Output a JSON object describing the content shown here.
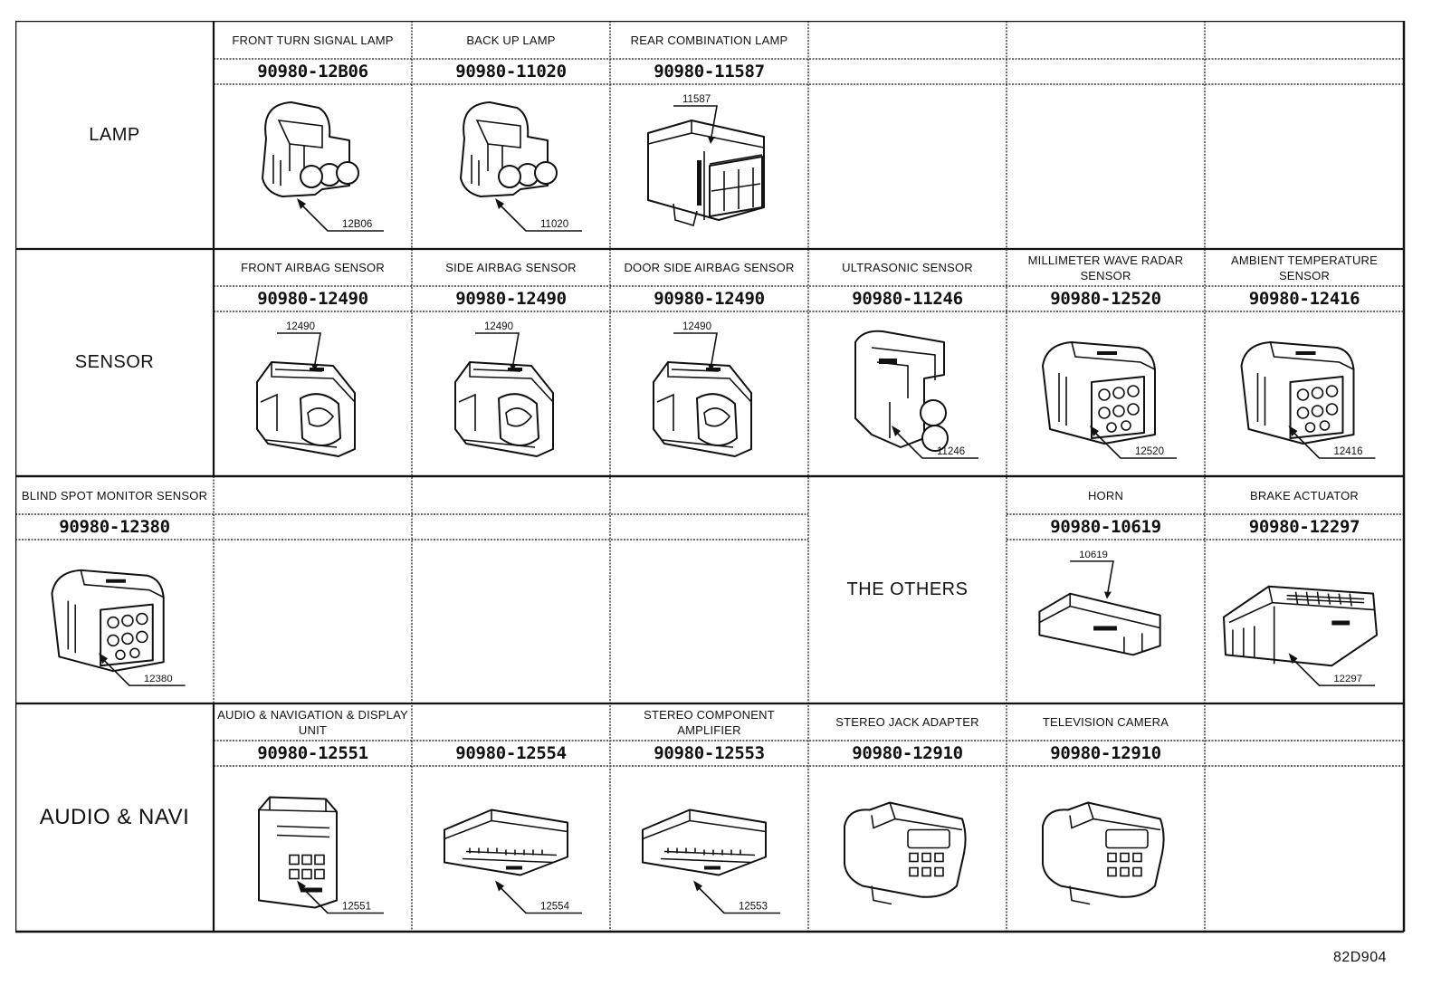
{
  "drawing_code": "82D904",
  "sections": [
    {
      "category": "LAMP",
      "items": [
        {
          "name": "FRONT TURN SIGNAL LAMP",
          "part_no": "90980-12B06",
          "ref": "12B06",
          "shape": "round2"
        },
        {
          "name": "BACK UP LAMP",
          "part_no": "90980-11020",
          "ref": "11020",
          "shape": "round2"
        },
        {
          "name": "REAR COMBINATION LAMP",
          "part_no": "90980-11587",
          "ref": "11587",
          "shape": "box"
        },
        null,
        null,
        null
      ]
    },
    {
      "category": "SENSOR",
      "items": [
        {
          "name": "FRONT AIRBAG SENSOR",
          "part_no": "90980-12490",
          "ref": "12490",
          "shape": "airbag"
        },
        {
          "name": "SIDE AIRBAG SENSOR",
          "part_no": "90980-12490",
          "ref": "12490",
          "shape": "airbag"
        },
        {
          "name": "DOOR SIDE AIRBAG SENSOR",
          "part_no": "90980-12490",
          "ref": "12490",
          "shape": "airbag"
        },
        {
          "name": "ULTRASONIC SENSOR",
          "part_no": "90980-11246",
          "ref": "11246",
          "shape": "ultra"
        },
        {
          "name": "MILLIMETER WAVE RADAR SENSOR",
          "part_no": "90980-12520",
          "ref": "12520",
          "shape": "multi"
        },
        {
          "name": "AMBIENT TEMPERATURE SENSOR",
          "part_no": "90980-12416",
          "ref": "12416",
          "shape": "multi"
        }
      ]
    },
    {
      "category": "THE OTHERS",
      "items": [
        {
          "name": "BLIND SPOT MONITOR SENSOR",
          "part_no": "90980-12380",
          "ref": "12380",
          "shape": "multi"
        },
        {
          "name": "HORN",
          "part_no": "90980-10619",
          "ref": "10619",
          "shape": "flat"
        },
        {
          "name": "BRAKE ACTUATOR",
          "part_no": "90980-12297",
          "ref": "12297",
          "shape": "long"
        }
      ]
    },
    {
      "category": "AUDIO & NAVI",
      "items": [
        {
          "name": "AUDIO & NAVIGATION & DISPLAY UNIT",
          "part_no": "90980-12551",
          "ref": "12551",
          "shape": "tall"
        },
        {
          "name": "",
          "part_no": "90980-12554",
          "ref": "12554",
          "shape": "wide"
        },
        {
          "name": "STEREO COMPONENT AMPLIFIER",
          "part_no": "90980-12553",
          "ref": "12553",
          "shape": "wide"
        },
        {
          "name": "STEREO JACK ADAPTER",
          "part_no": "90980-12910",
          "ref": "",
          "shape": "jack"
        },
        {
          "name": "TELEVISION CAMERA",
          "part_no": "90980-12910",
          "ref": "",
          "shape": "jack"
        },
        null
      ]
    }
  ]
}
